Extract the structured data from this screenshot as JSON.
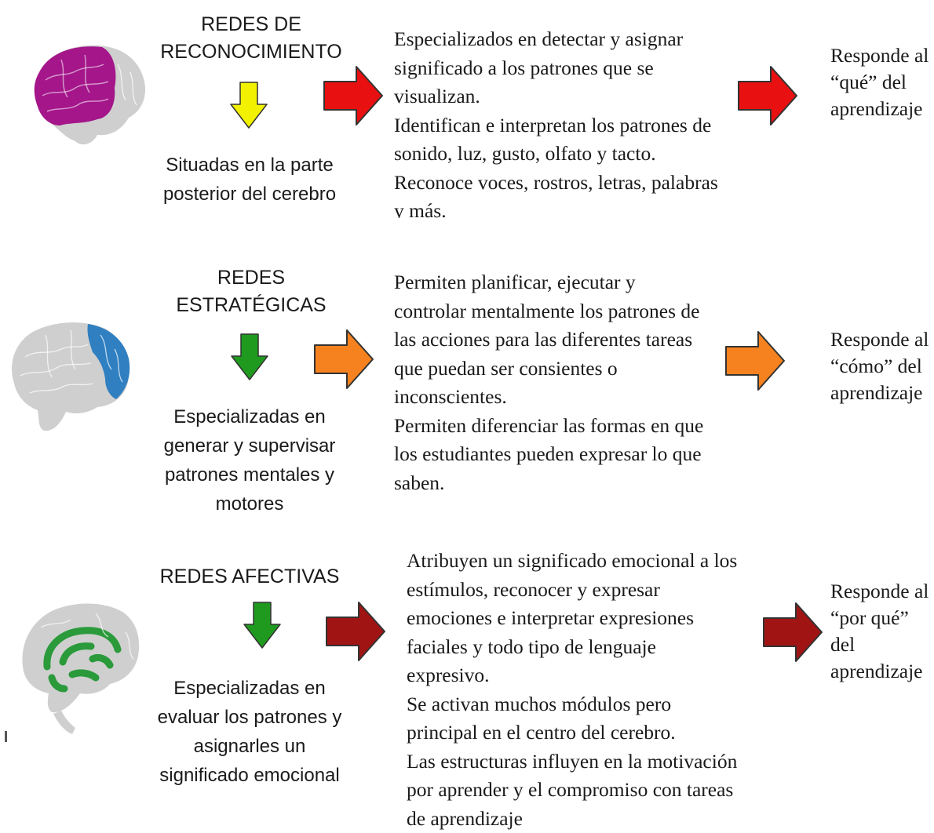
{
  "rows": [
    {
      "title": "REDES DE\nRECONOCIMIENTO",
      "location": "Situadas en la parte\nposterior del cerebro",
      "description": "Especializados en detectar y asignar\nsignificado a los patrones que se\nvisualizan.\nIdentifican e interpretan los patrones de\nsonido, luz, gusto, olfato y tacto.\nReconoce voces, rostros, letras, palabras\ny más.",
      "response": "Responde al\n“qué” del\naprendizaje",
      "arrow_color": "#e81010",
      "down_arrow_color": "#f2f200",
      "brain_highlight_color": "#a4168a",
      "brain_region": "posterior lobe"
    },
    {
      "title": "REDES\nESTRATÉGICAS",
      "location": "Especializadas en\ngenerar y supervisar\npatrones mentales y\nmotores",
      "description": "Permiten planificar, ejecutar y\ncontrolar mentalmente los patrones de\nlas acciones para las diferentes tareas\nque puedan ser consientes o\ninconscientes.\nPermiten diferenciar las formas en que\nlos estudiantes pueden expresar lo que\nsaben.",
      "response": "Responde al\n“cómo” del\naprendizaje",
      "arrow_color": "#f5821e",
      "down_arrow_color": "#1f9a1f",
      "brain_highlight_color": "#2f7fc1",
      "brain_region": "frontal lobe"
    },
    {
      "title": "REDES AFECTIVAS",
      "location": "Especializadas en\nevaluar los patrones y\nasignarles un\nsignificado emocional",
      "description": "Atribuyen un significado emocional a los\nestímulos, reconocer y expresar\nemociones e interpretar expresiones\nfaciales y todo tipo de lenguaje\nexpresivo.\nSe activan muchos módulos pero\nprincipal en el centro del cerebro.\nLas estructuras influyen en la motivación\npor aprender y el compromiso con tareas\nde aprendizaje",
      "response": "Responde al\n“por qué” del\naprendizaje",
      "arrow_color": "#a11414",
      "down_arrow_color": "#1f9a1f",
      "brain_highlight_color": "#2a9a3a",
      "brain_region": "limbic system"
    }
  ],
  "colors": {
    "brain_base": "#cfcfcf",
    "text": "#1a1a1a"
  }
}
